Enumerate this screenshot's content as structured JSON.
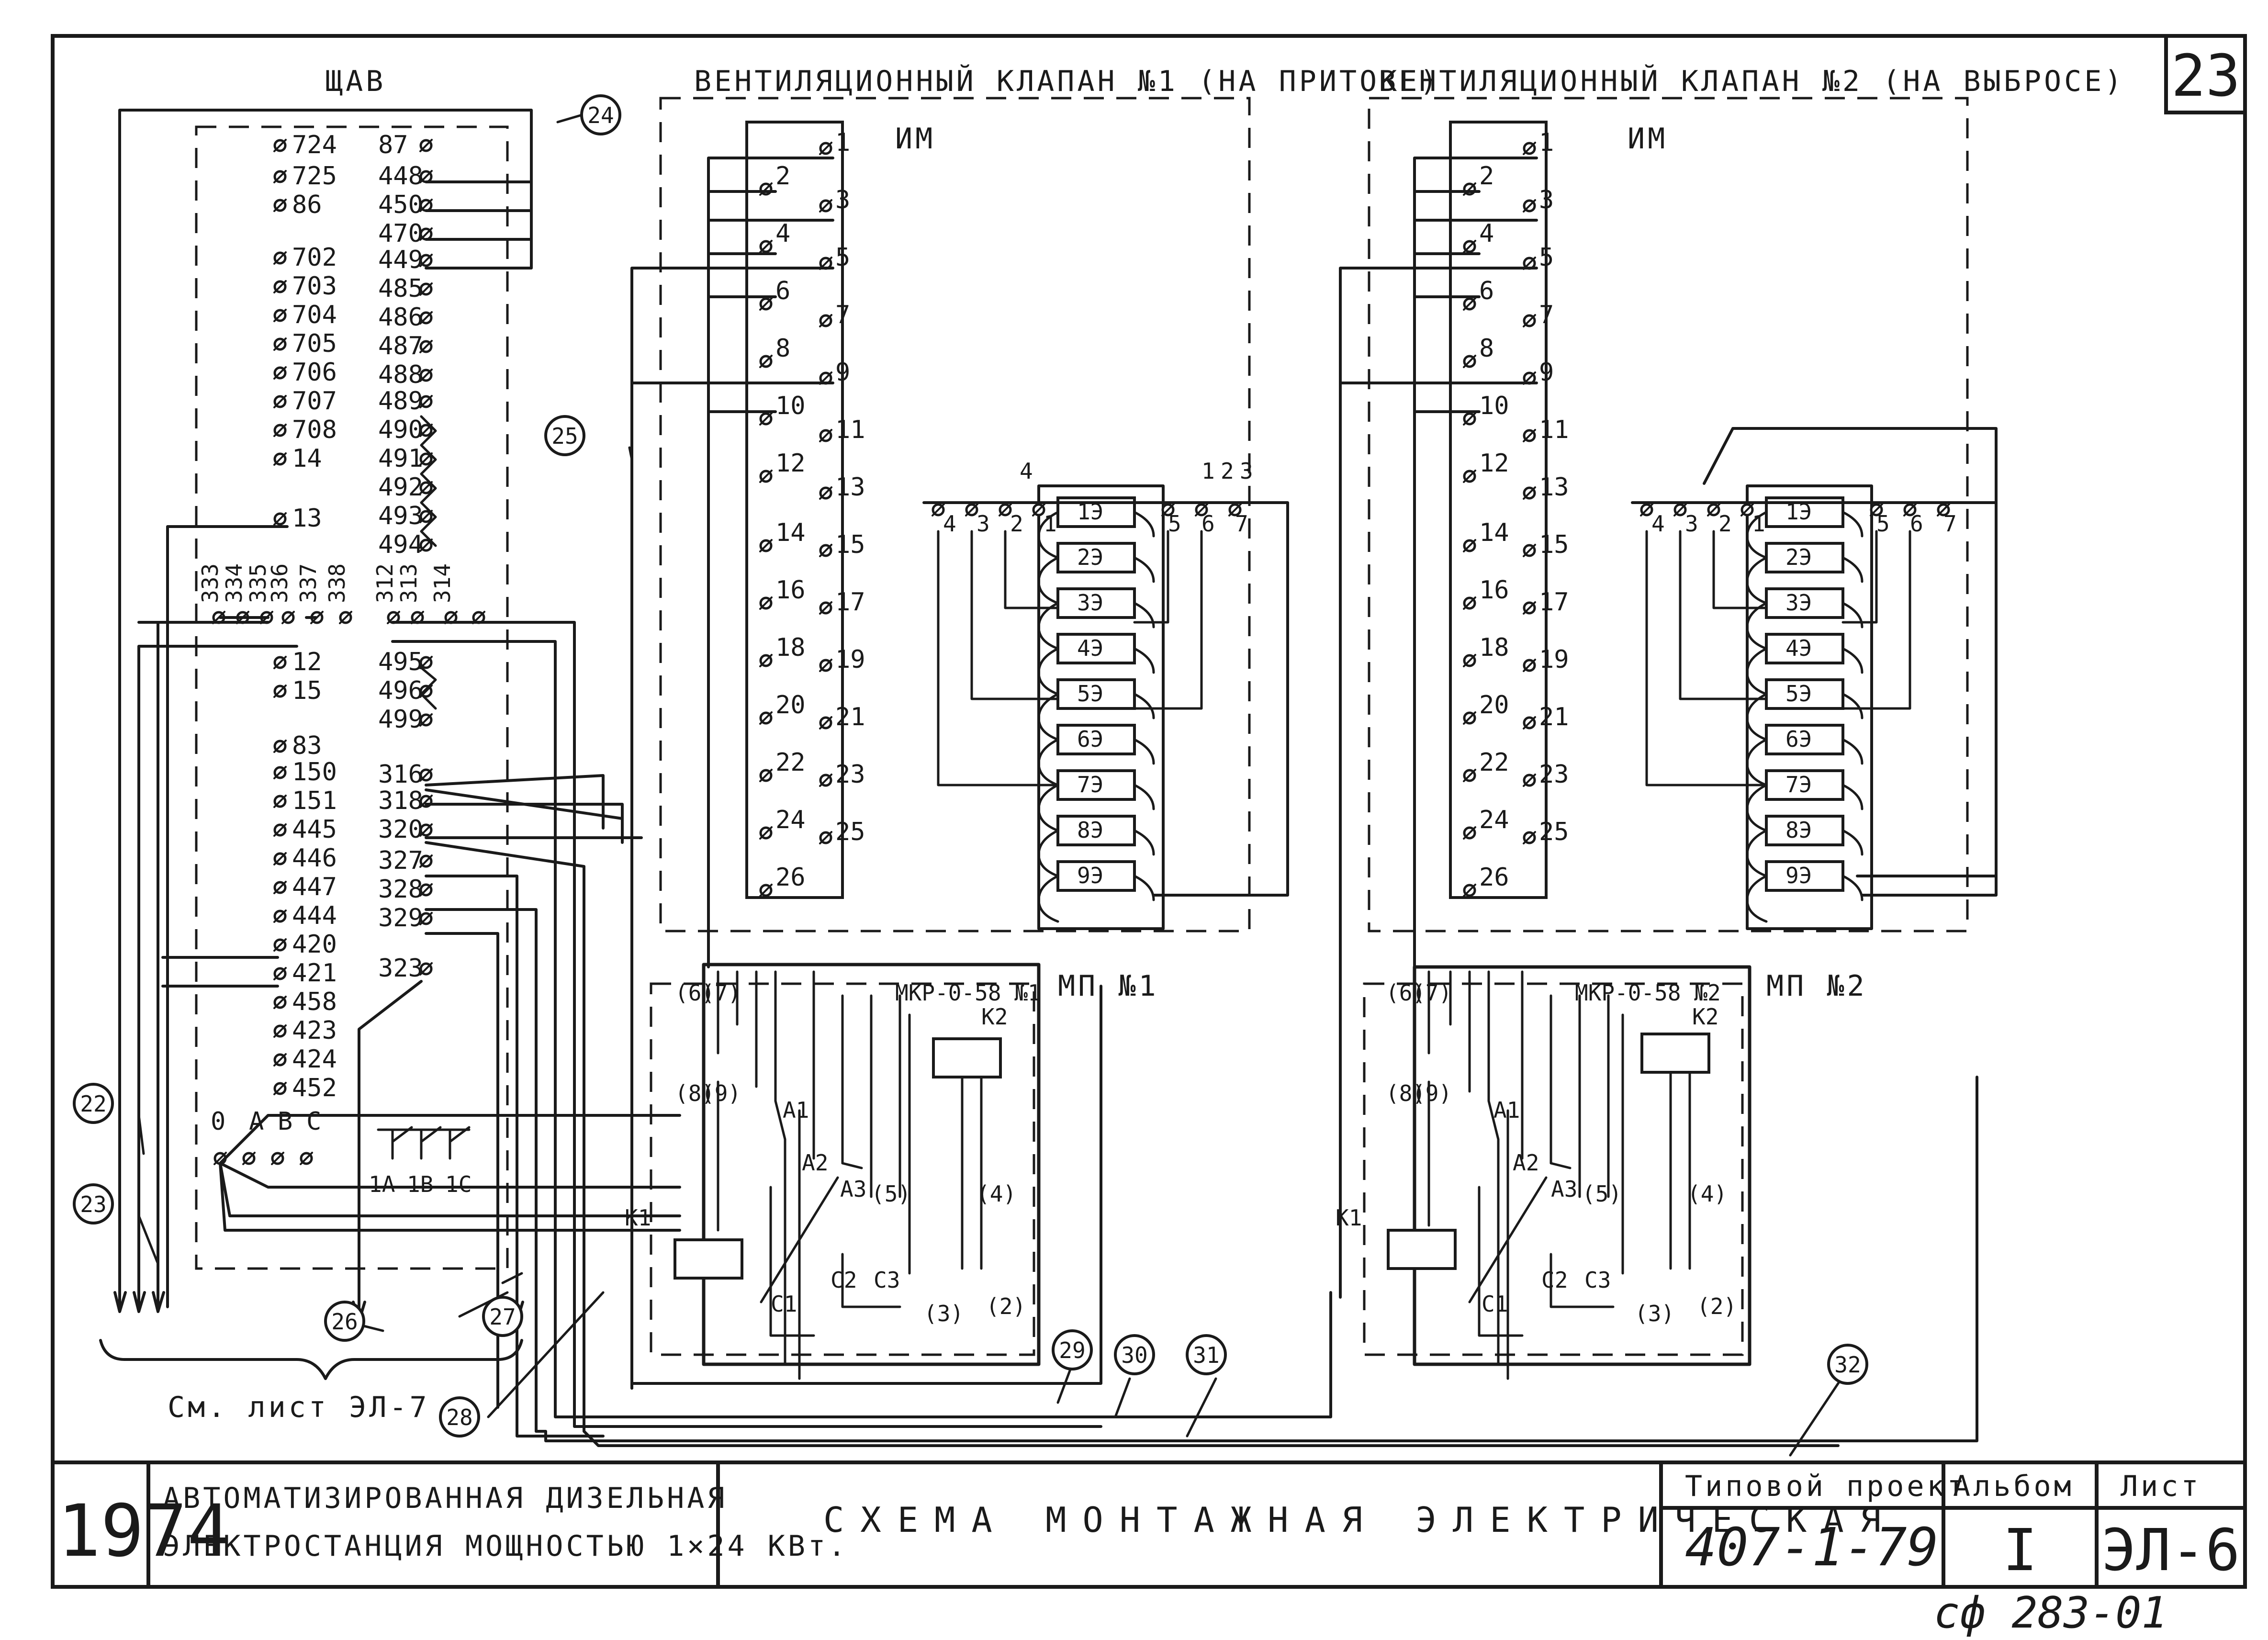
{
  "sheet": {
    "corner_number": "23",
    "bottom_note": "сф 283-01"
  },
  "headers": {
    "panel": "ЩАВ",
    "valve1": "ВЕНТИЛЯЦИОННЫЙ КЛАПАН №1 (НА ПРИТОКЕ)",
    "valve2": "ВЕНТИЛЯЦИОННЫЙ КЛАПАН №2 (НА ВЫБРОСЕ)",
    "im": "ИМ",
    "mp1": "МП №1",
    "mp2": "МП №2",
    "relay1": "МКР-0-58 №1",
    "relay2": "МКР-0-58 №2",
    "see_sheet": "См. лист ЭЛ-7"
  },
  "panel_terminals": {
    "left": [
      "724",
      "725",
      "86",
      "702",
      "703",
      "704",
      "705",
      "706",
      "707",
      "708",
      "14",
      "13",
      "12",
      "15",
      "83",
      "150",
      "151",
      "445",
      "446",
      "447",
      "444",
      "420",
      "421",
      "458",
      "423",
      "424",
      "452"
    ],
    "right": [
      "87",
      "448",
      "450",
      "470",
      "449",
      "485",
      "486",
      "487",
      "488",
      "489",
      "490",
      "491",
      "492",
      "493",
      "494",
      "495",
      "496",
      "499",
      "316",
      "318",
      "320",
      "327",
      "328",
      "329",
      "323"
    ],
    "rotated": [
      "333",
      "334",
      "335",
      "336",
      "337",
      "338",
      "312",
      "313",
      "314"
    ],
    "phases": [
      "0",
      "А",
      "В",
      "С"
    ],
    "switch": [
      "1А",
      "1В",
      "1С"
    ]
  },
  "im_terminals": {
    "left": [
      "2",
      "4",
      "6",
      "8",
      "10",
      "12",
      "14",
      "16",
      "18",
      "20",
      "22",
      "24",
      "26"
    ],
    "right": [
      "1",
      "3",
      "5",
      "7",
      "9",
      "11",
      "13",
      "15",
      "17",
      "19",
      "21",
      "23",
      "25"
    ]
  },
  "motor_block": {
    "contacts": [
      "1Э",
      "2Э",
      "3Э",
      "4Э",
      "5Э",
      "6Э",
      "7Э",
      "8Э",
      "9Э"
    ],
    "left_terminals": [
      "4",
      "3",
      "2",
      "1"
    ],
    "right_terminals": [
      "5",
      "6",
      "7"
    ],
    "top_terminals_v1": [
      "4",
      "1",
      "2",
      "3"
    ]
  },
  "relay_labels": {
    "v1": [
      "(6)",
      "(7)",
      "(8)",
      "(9)",
      "А1",
      "А2",
      "А3",
      "(5)",
      "(4)",
      "(3)",
      "(2)",
      "К1",
      "К2",
      "С1",
      "С2",
      "С3"
    ],
    "v2": [
      "(6)",
      "(7)",
      "(8)",
      "(9)",
      "А1",
      "А2",
      "А3",
      "(5)",
      "(4)",
      "(3)",
      "(2)",
      "К1",
      "К2",
      "С1",
      "С2",
      "С3"
    ]
  },
  "callouts": [
    "22",
    "23",
    "24",
    "25",
    "26",
    "27",
    "28",
    "29",
    "30",
    "31",
    "32"
  ],
  "title_block": {
    "year": "1974",
    "project_name_1": "АВТОМАТИЗИРОВАННАЯ ДИЗЕЛЬНАЯ",
    "project_name_2": "ЭЛЕКТРОСТАНЦИЯ МОЩНОСТЬЮ 1×24 КВт.",
    "drawing_title": "СХЕМА МОНТАЖНАЯ ЭЛЕКТРИЧЕСКАЯ",
    "type_project_label": "Типовой проект",
    "type_project_value": "407-1-79",
    "album_label": "Альбом",
    "album_value": "I",
    "sheet_label": "Лист",
    "sheet_value": "ЭЛ-6"
  }
}
